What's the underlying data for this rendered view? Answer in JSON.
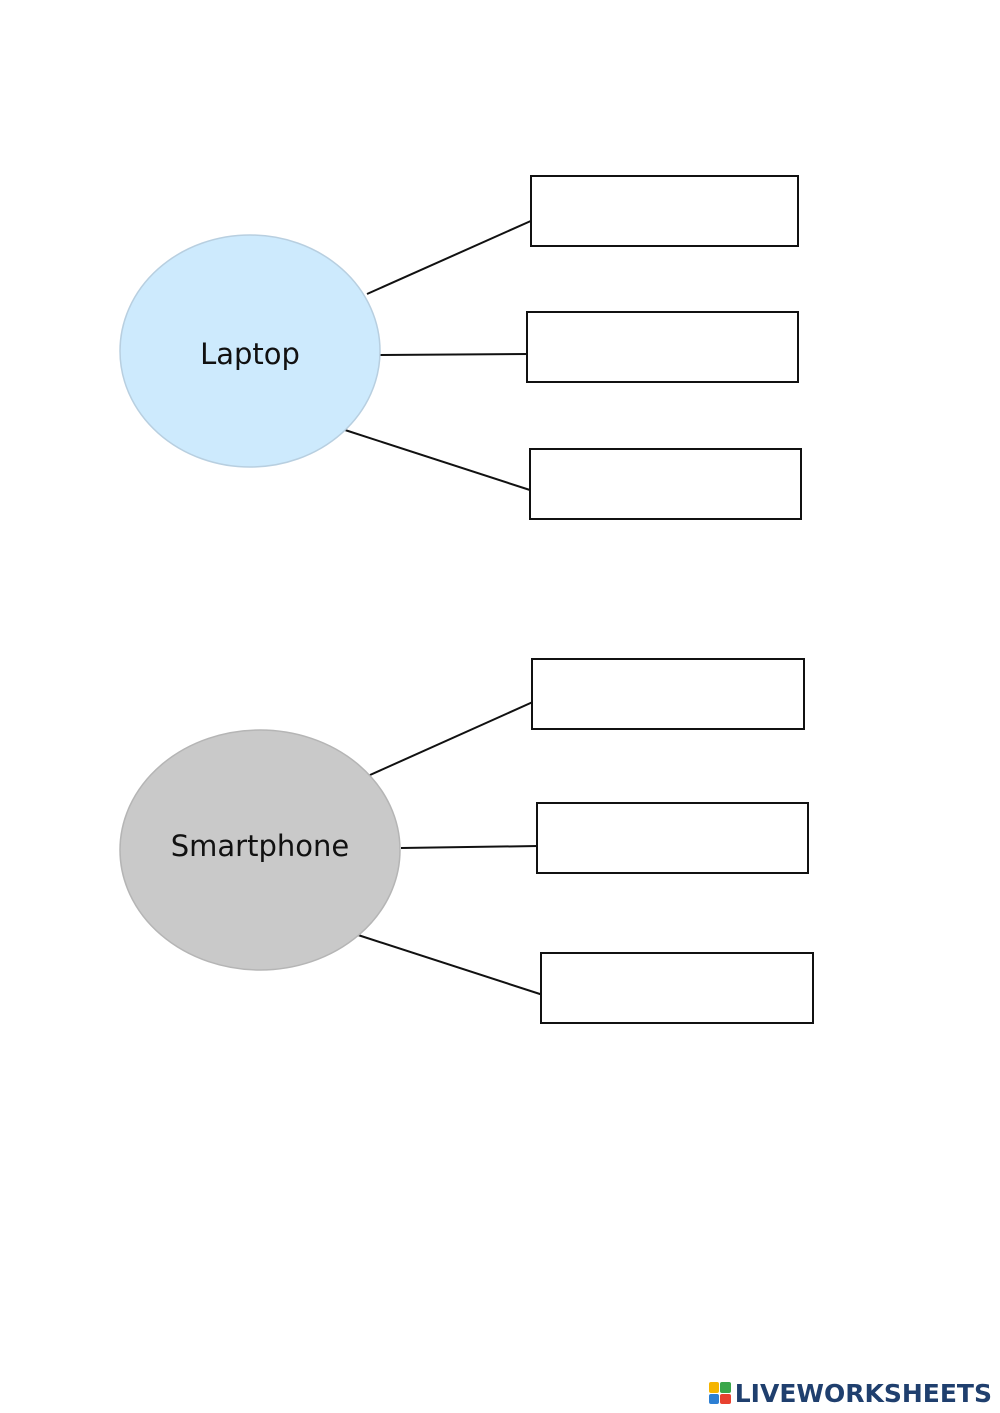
{
  "worksheet": {
    "groups": [
      {
        "label": "Laptop",
        "fill_color": "#cdeafd",
        "boxes": [
          "",
          "",
          ""
        ]
      },
      {
        "label": "Smartphone",
        "fill_color": "#c9c9c9",
        "boxes": [
          "",
          "",
          ""
        ]
      }
    ]
  },
  "branding": {
    "text": "LIVEWORKSHEETS",
    "text_color": "#1f3f6e",
    "logo_colors": [
      "#f5b400",
      "#3aa64a",
      "#2d7fd3",
      "#e8412f"
    ]
  }
}
